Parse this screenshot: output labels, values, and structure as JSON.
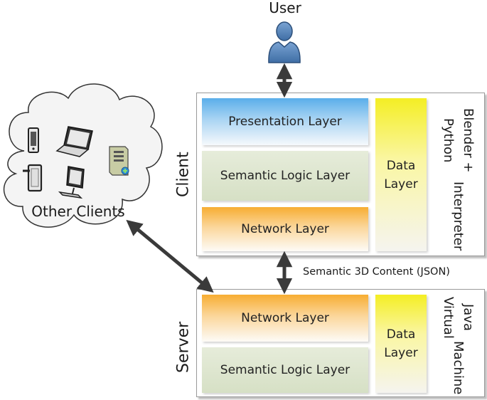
{
  "user": {
    "label": "User"
  },
  "client": {
    "side_label": "Client",
    "layers": [
      "Presentation Layer",
      "Semantic Logic Layer",
      "Network Layer"
    ],
    "data_layer": {
      "line1": "Data",
      "line2": "Layer"
    },
    "runtime": {
      "line1": "Blender + Python",
      "line2": "Interpreter"
    }
  },
  "server": {
    "side_label": "Server",
    "layers": [
      "Network Layer",
      "Semantic Logic Layer"
    ],
    "data_layer": {
      "line1": "Data",
      "line2": "Layer"
    },
    "runtime": {
      "line1": "Java Virtual",
      "line2": "Machine"
    }
  },
  "connection": {
    "label": "Semantic 3D Content (JSON)"
  },
  "cloud": {
    "label": "Other Clients",
    "icons": [
      "smartphone-icon",
      "laptop-icon",
      "server-tower-icon",
      "tablet-icon",
      "desktop-icon"
    ]
  },
  "colors": {
    "presentation": "#5aaeea",
    "logic": "#d6e0c5",
    "network": "#f7ad32",
    "data": "#f4ee24",
    "arrow": "#3a3a3a",
    "user": "#5b86b8"
  }
}
